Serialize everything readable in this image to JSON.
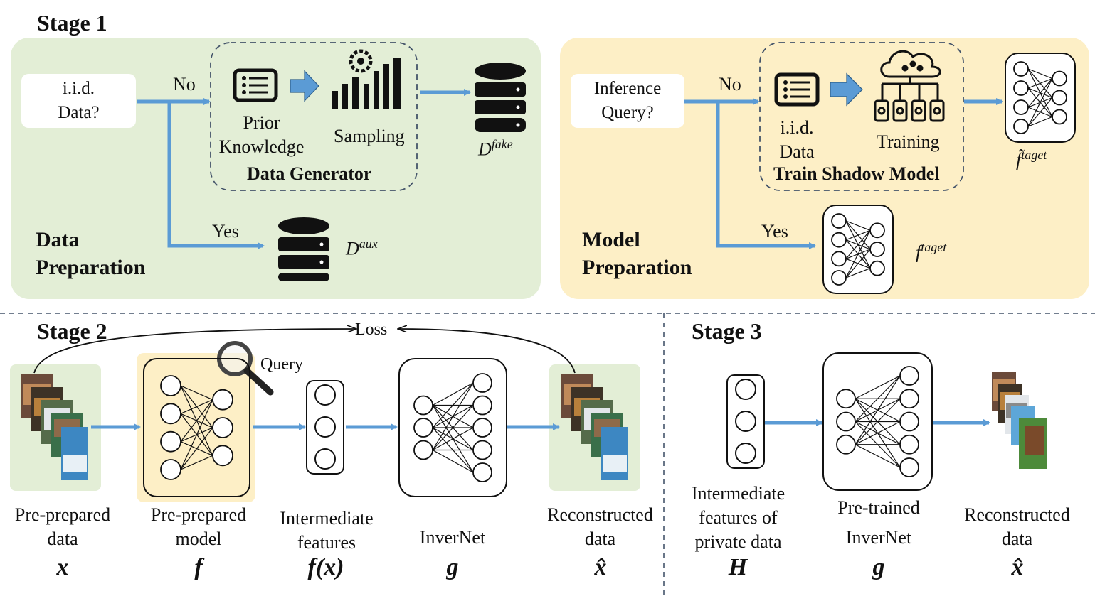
{
  "stage1": {
    "title": "Stage 1",
    "data_prep": {
      "section_label_line1": "Data",
      "section_label_line2": "Preparation",
      "question_line1": "i.i.d.",
      "question_line2": "Data?",
      "no": "No",
      "yes": "Yes",
      "generator_title": "Data Generator",
      "prior_line1": "Prior",
      "prior_line2": "Knowledge",
      "sampling": "Sampling",
      "fake_sym": "D",
      "fake_sup": "fake",
      "aux_sym": "D",
      "aux_sup": "aux"
    },
    "model_prep": {
      "section_label_line1": "Model",
      "section_label_line2": "Preparation",
      "question_line1": "Inference",
      "question_line2": "Query?",
      "no": "No",
      "yes": "Yes",
      "shadow_title": "Train Shadow Model",
      "iid_line1": "i.i.d.",
      "iid_line2": "Data",
      "training": "Training",
      "tilde_sym": "f̃",
      "tilde_sup": "taget",
      "target_sym": "f",
      "target_sup": "taget"
    }
  },
  "stage2": {
    "title": "Stage 2",
    "loss": "Loss",
    "query": "Query",
    "items": [
      {
        "line1": "Pre-prepared",
        "line2": "data",
        "symbol": "x"
      },
      {
        "line1": "Pre-prepared",
        "line2": "model",
        "symbol": "f"
      },
      {
        "line1": "Intermediate",
        "line2": "features",
        "symbol": "f(x)"
      },
      {
        "line1": "",
        "line2": "InverNet",
        "symbol": "g"
      },
      {
        "line1": "Reconstructed",
        "line2": "data",
        "symbol": "x̂"
      }
    ]
  },
  "stage3": {
    "title": "Stage 3",
    "items": [
      {
        "line1": "Intermediate",
        "line2": "features of",
        "line3": "private data",
        "symbol": "H"
      },
      {
        "line1": "Pre-trained",
        "line2": "InverNet",
        "symbol": "g"
      },
      {
        "line1": "Reconstructed",
        "line2": "data",
        "symbol": "x̂"
      }
    ]
  },
  "colors": {
    "arrow": "#5b9bd5",
    "green_panel": "#e3eed6",
    "yellow_panel": "#fdefc6",
    "dashed_border": "#44546a"
  }
}
